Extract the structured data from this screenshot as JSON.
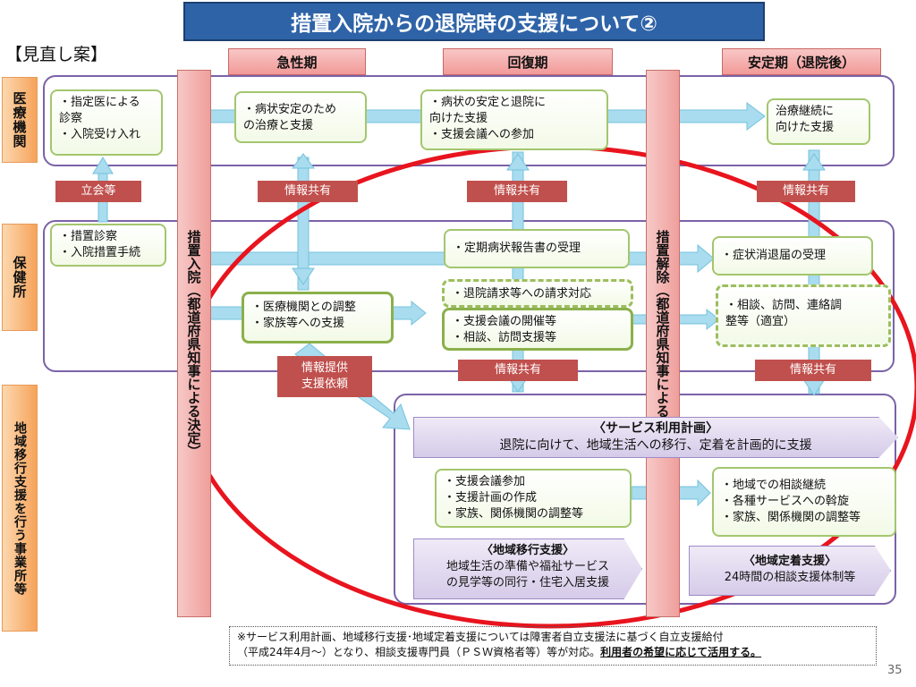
{
  "title": "措置入院からの退院時の支援について②",
  "subtitle": "【見直し案】",
  "phases": [
    "急性期",
    "回復期",
    "安定期（退院後）"
  ],
  "rows": {
    "medical": "医療機関",
    "health_center": "保健所",
    "regional": "地域移行支援を行う事業所等"
  },
  "decisions": {
    "admission": "措置入院（都道府県知事による決定）",
    "release": "措置解除（都道府県知事による決定）"
  },
  "medical_boxes": {
    "designated": [
      "・指定医による",
      "診察",
      "・入院受け入れ"
    ],
    "acute": [
      "・病状安定のため",
      "の治療と支援"
    ],
    "recovery": [
      "・病状の安定と退院に",
      "向けた支援",
      "・支援会議への参加"
    ],
    "stable": [
      "治療継続に",
      "向けた支援"
    ]
  },
  "health_boxes": {
    "measures": [
      "・措置診察",
      "・入院措置手続"
    ],
    "report": "・定期病状報告書の受理",
    "symptom": "・症状消退届の受理",
    "coordination": [
      "・医療機関との調整",
      "・家族等への支援"
    ],
    "request": "・退院請求等への請求対応",
    "meeting": [
      "・支援会議の開催等",
      "・相談、訪問支援等"
    ],
    "consult": [
      "・相談、訪問、連絡調",
      "整等（適宜）"
    ]
  },
  "red_labels": {
    "attendance": "立会等",
    "share": "情報共有",
    "provide": [
      "情報提供",
      "支援依頼"
    ]
  },
  "service_plan": {
    "title": "〈サービス利用計画〉",
    "text": "退院に向けて、地域生活への移行、定着を計画的に支援"
  },
  "regional_boxes": {
    "support": [
      "・支援会議参加",
      "・支援計画の作成",
      "・家族、関係機関の調整等"
    ],
    "community": [
      "・地域での相談継続",
      "・各種サービスへの斡旋",
      "・家族、関係機関の調整等"
    ]
  },
  "transition": {
    "title": "〈地域移行支援〉",
    "lines": [
      "地域生活の準備や福祉サービス",
      "の見学等の同行・住宅入居支援"
    ]
  },
  "settlement": {
    "title": "〈地域定着支援〉",
    "text": "24時間の相談支援体制等"
  },
  "note": {
    "line1": "※サービス利用計画、地域移行支援･地域定着支援については障害者自立支援法に基づく自立支援給付",
    "line2": "（平成24年4月～）となり、相談支援専門員（ＰＳＷ資格者等）等が対応。",
    "emphasis": "利用者の希望に応じて活用する。"
  },
  "page_number": "35",
  "colors": {
    "title_bg": "#2e63a7",
    "panel_border": "#7b62a8",
    "green_border": "#a3c66e",
    "red_label": "#c0504d",
    "arrow": "#a8dcee",
    "ellipse": "#e8141e"
  }
}
